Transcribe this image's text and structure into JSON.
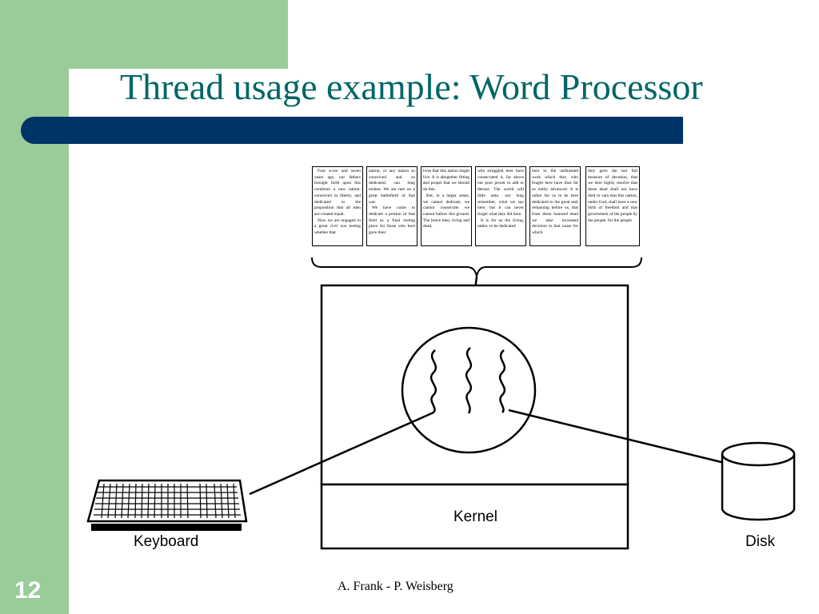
{
  "slide": {
    "title": "Thread usage example: Word Processor",
    "number": "12",
    "footer": "A. Frank - P. Weisberg"
  },
  "diagram": {
    "document_columns": [
      [
        "Four score and seven years ago, our fathers brought forth upon this continent a new nation: conceived in liberty, and dedicated to the proposition that all men are created equal.",
        "Now we are engaged in a great civil war testing whether that"
      ],
      [
        "nation, or any nation so conceived and so dedicated, can long endure. We are met on a great battlefield of that war.",
        "We have come to dedicate a portion of that field as a final resting place for those who here gave their"
      ],
      [
        "lives that this nation might live. It is altogether fitting and proper that we should do this.",
        "But, in a larger sense, we cannot dedicate, we cannot consecrate we cannot hallow this ground. The brave men, living and dead,"
      ],
      [
        "who struggled here have consecrated it, far above our poor power to add or detract. The world will little note, nor long remember, what we say here, but it can never forget what they did here.",
        "It is for us the living, rather, to be dedicated"
      ],
      [
        "here to the unfinished work which they who fought here have thus far so nobly advanced. It is rather for us to be here dedicated to the great task remaining before us, that from these honored dead we take increased devotion to that cause for which"
      ],
      [
        "they gave the last full measure of devotion, that we here highly resolve that these dead shall not have died in vain that this nation, under God, shall have a new birth of freedom and that government of the people by the people, for the people"
      ]
    ],
    "kernel_label": "Kernel",
    "keyboard_label": "Keyboard",
    "disk_label": "Disk"
  }
}
